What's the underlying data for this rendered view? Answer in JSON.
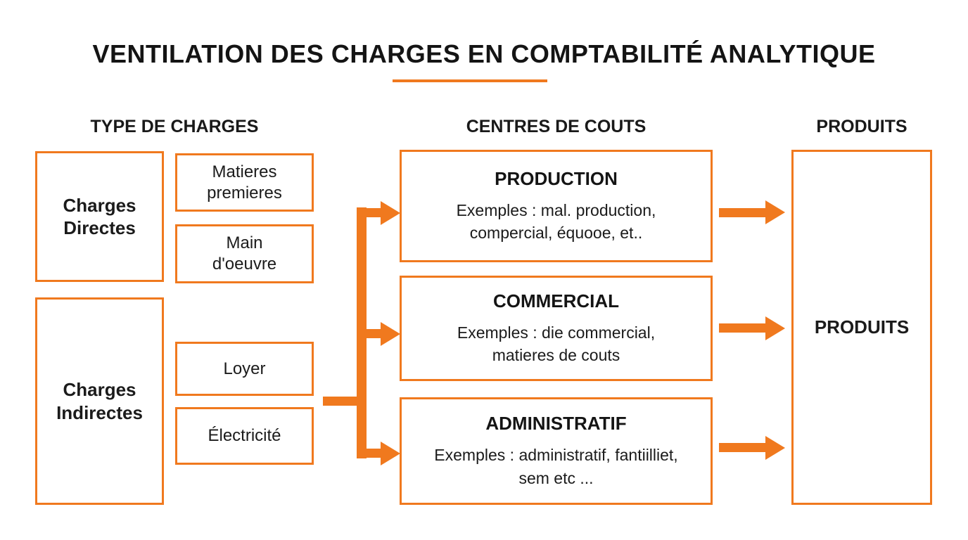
{
  "title": {
    "text": "VENTILATION DES CHARGES EN COMPTABILITÉ ANALYTIQUE"
  },
  "headers": {
    "types": "TYPE DE CHARGES",
    "centers": "CENTRES DE COUTS",
    "products": "PRODUITS"
  },
  "charges": {
    "directes": {
      "label": "Charges Directes",
      "items": [
        {
          "label": "Matieres premieres"
        },
        {
          "label": "Main d'oeuvre"
        }
      ]
    },
    "indirectes": {
      "label": "Charges Indirectes",
      "items": [
        {
          "label": "Loyer"
        },
        {
          "label": "Électricité"
        }
      ]
    }
  },
  "cost_centers": [
    {
      "title": "PRODUCTION",
      "examples": "Exemples : mal. production, compercial, équooe, et.."
    },
    {
      "title": "COMMERCIAL",
      "examples": "Exemples : die commercial, matieres de couts"
    },
    {
      "title": "ADMINISTRATIF",
      "examples": "Exemples : administratif, fantiilliet, sem etc ..."
    }
  ],
  "products": {
    "label": "PRODUITS"
  },
  "colors": {
    "accent": "#F0791E",
    "text": "#1B1B1B",
    "background": "#FFFFFF"
  }
}
